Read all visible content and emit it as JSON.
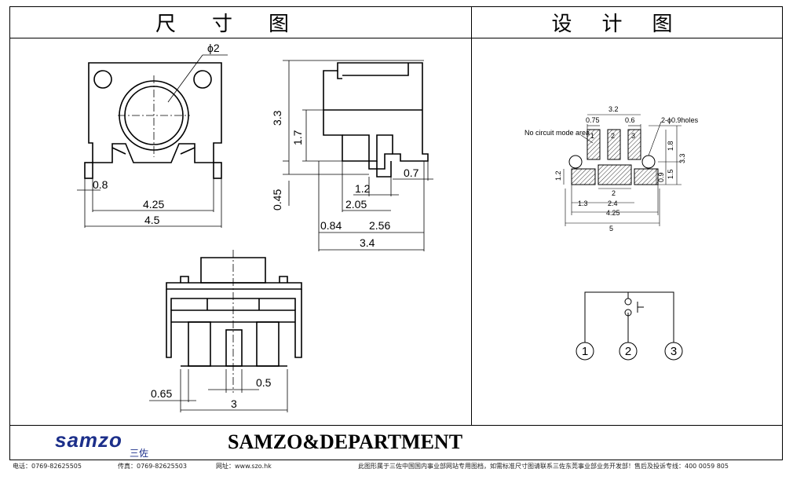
{
  "header": {
    "left_title": "尺寸图",
    "right_title": "设计图"
  },
  "dimension_labels": {
    "phi2": "ϕ2",
    "d0_8": "0.8",
    "d4_25": "4.25",
    "d4_5": "4.5",
    "d3_3": "3.3",
    "d1_7": "1.7",
    "d0_45": "0.45",
    "d0_7": "0.7",
    "d1_2": "1.2",
    "d2_05": "2.05",
    "d0_84": "0.84",
    "d2_56": "2.56",
    "d3_4": "3.4",
    "d0_65": "0.65",
    "d0_5": "0.5",
    "d3": "3"
  },
  "design_labels": {
    "w3_2": "3.2",
    "w0_75": "0.75",
    "w0_6": "0.6",
    "holes": "2-ϕ0.9holes",
    "no_circuit": "No circuit mode area",
    "pin1": "1",
    "pin2": "2",
    "pin3": "3",
    "h1_8": "1.8",
    "h3_3": "3.3",
    "h1_5": "1.5",
    "h0_9": "0.9",
    "h1_2": "1.2",
    "w2": "2",
    "w1_3": "1.3",
    "w2_4": "2.4",
    "w4_25": "4.25",
    "w5": "5"
  },
  "schematic": {
    "pin1": "1",
    "pin2": "2",
    "pin3": "3"
  },
  "brand": {
    "logo": "samzo",
    "logo_cn": "三佐",
    "company": "SAMZO&DEPARTMENT"
  },
  "footer": {
    "phone": "电话：0769-82625505",
    "fax": "传真：0769-82625503",
    "site": "网址：www.szo.hk",
    "notice": "此图形属于三佐中国国内事业部网站专用图档，如需标准尺寸图请联系三佐东莞事业部业务开发部！售后及投诉专线：400 0059 805"
  }
}
